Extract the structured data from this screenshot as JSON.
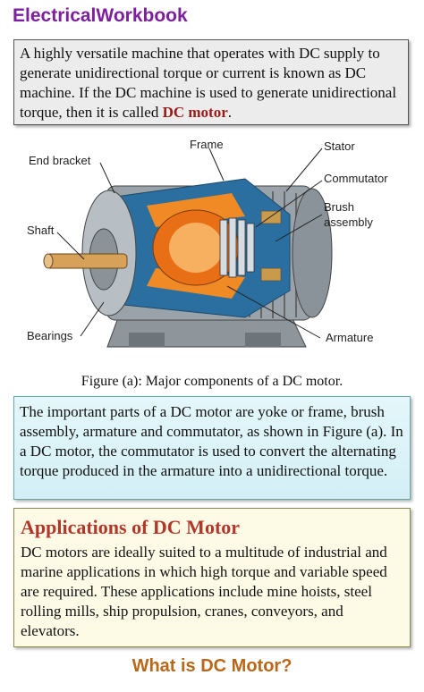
{
  "brand": "ElectricalWorkbook",
  "intro": {
    "text": "A highly versatile machine that operates with DC supply to generate unidirectional torque or current is known as DC machine. If the DC machine is used to generate unidirectional torque, then it is called ",
    "highlight": "DC motor",
    "end": "."
  },
  "figure": {
    "labels": {
      "frame": "Frame",
      "end_bracket": "End bracket",
      "stator": "Stator",
      "commutator": "Commutator",
      "brush_assembly_1": "Brush",
      "brush_assembly_2": "assembly",
      "shaft": "Shaft",
      "bearings": "Bearings",
      "armature": "Armature"
    },
    "caption": "Figure (a): Major components of a DC motor."
  },
  "parts": {
    "text": "The important parts of a DC motor are yoke or frame, brush assembly, armature and commutator, as shown in Figure (a). In a DC motor, the commutator is used to convert the alternating torque produced in the armature into a unidirectional torque."
  },
  "applications": {
    "heading": "Applications of DC Motor",
    "text": "DC motors are ideally suited to a multitude of industrial and marine applications in which high torque and variable speed are required. These applications include mine hoists, steel rolling mills, ship propulsion, cranes, conveyors, and elevators."
  },
  "footer": "What is DC Motor?",
  "colors": {
    "brand": "#7d1f9e",
    "highlight": "#9b1b1b",
    "heading": "#b3362a",
    "footer": "#b86818"
  }
}
